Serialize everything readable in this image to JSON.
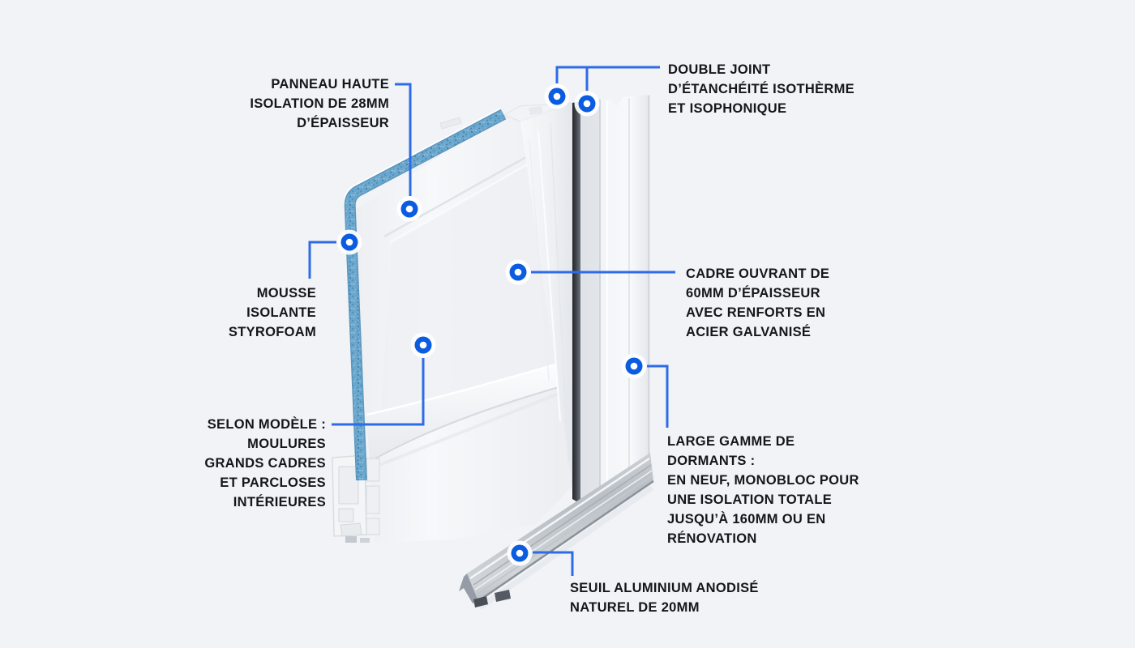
{
  "page": {
    "background": "#f1f3f7"
  },
  "palette": {
    "marker_blue": "#0b5ce0",
    "connector_blue": "#2e6be6",
    "insulation_blue": "#6ba6cc",
    "label_text": "#14161c"
  },
  "icons": {
    "callout_marker": "blue-dot-with-white-core-and-white-halo"
  },
  "callouts": {
    "panneau": {
      "label": "PANNEAU HAUTE\nISOLATION DE 28MM\nD’ÉPAISSEUR"
    },
    "double_joint": {
      "label": "DOUBLE JOINT\nD’ÉTANCHÉITÉ ISOTHÈRME\nET ISOPHONIQUE"
    },
    "mousse": {
      "label": "MOUSSE\nISOLANTE\nSTYROFOAM"
    },
    "cadre_ouvrant": {
      "label": "CADRE OUVRANT DE\n60MM D’ÉPAISSEUR\nAVEC RENFORTS EN\nACIER GALVANISÉ"
    },
    "selon_modele": {
      "label": "SELON MODÈLE :\nMOULURES\nGRANDS CADRES\nET PARCLOSES\nINTÉRIEURES"
    },
    "dormants": {
      "label": "LARGE GAMME DE\nDORMANTS :\nEN NEUF, MONOBLOC POUR\nUNE ISOLATION TOTALE\nJUSQU’À 160MM OU EN\nRÉNOVATION"
    },
    "seuil": {
      "label": "SEUIL ALUMINIUM ANODISÉ\nNATUREL DE 20MM"
    }
  }
}
